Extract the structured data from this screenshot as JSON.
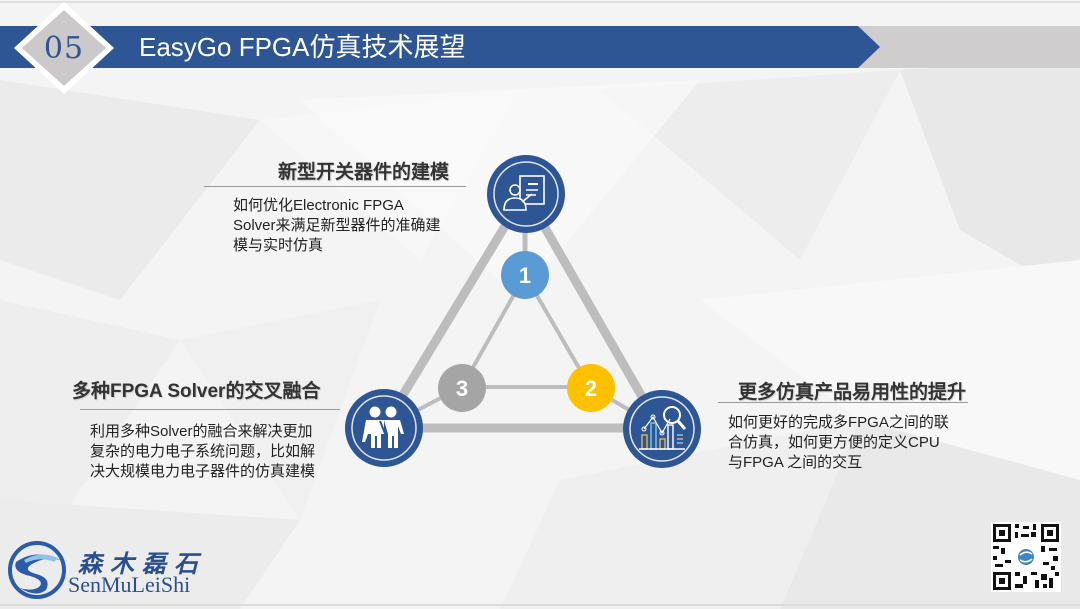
{
  "header": {
    "section_number": "05",
    "title": "EasyGo FPGA仿真技术展望",
    "colors": {
      "band_blue": "#2e5594",
      "band_gray": "#cfcdcd",
      "diamond_fill": "#cbc9ca"
    }
  },
  "diagram": {
    "nodes": [
      {
        "id": "top",
        "icon": "presenter-board-icon",
        "number": "1",
        "number_color": "#5b9bd5",
        "heading": "新型开关器件的建模",
        "description_lines": [
          "如何优化Electronic FPGA",
          "Solver来满足新型器件的准确建",
          "模与实时仿真"
        ]
      },
      {
        "id": "right",
        "icon": "chart-magnifier-icon",
        "number": "2",
        "number_color": "#ffc000",
        "heading": "更多仿真产品易用性的提升",
        "description_lines": [
          "如何更好的完成多FPGA之间的联",
          "合仿真，如何更方便的定义CPU",
          "与FPGA 之间的交互"
        ]
      },
      {
        "id": "left",
        "icon": "two-people-icon",
        "number": "3",
        "number_color": "#a5a5a5",
        "heading": "多种FPGA Solver的交叉融合",
        "description_lines": [
          "利用多种Solver的融合来解决更加",
          "复杂的电力电子系统问题，比如解",
          "决大规模电力电子器件的仿真建模"
        ]
      }
    ],
    "colors": {
      "icon_circle": "#2e5594",
      "line_gray": "#bdbdbd"
    }
  },
  "footer": {
    "logo_cn": "森木磊石",
    "logo_en": "SenMuLeiShi",
    "qr_code": "qr-code-icon"
  }
}
